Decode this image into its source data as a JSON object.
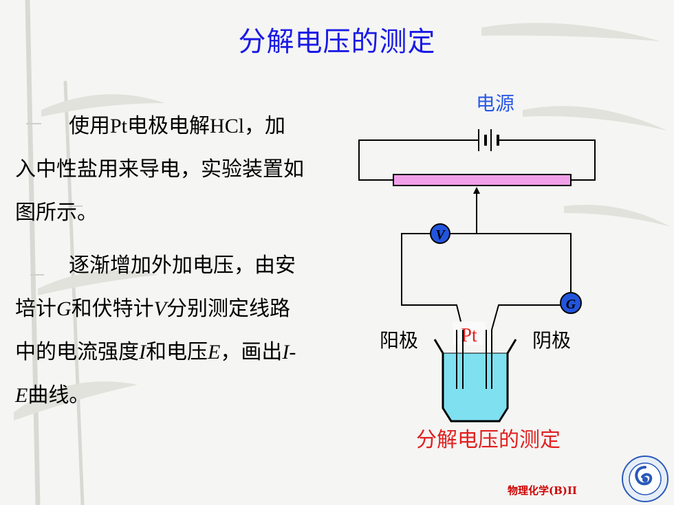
{
  "slide": {
    "title": "分解电压的测定"
  },
  "text": {
    "para1": {
      "part1": "使用",
      "pt": "Pt",
      "part2": "电极电解",
      "hcl": "HCl",
      "part3": "，",
      "part4": "加入中性盐用来导电，实验装置如图所示。"
    },
    "para2": {
      "part1": "逐渐增加外加电压，由安培计",
      "g": "G",
      "part2": "和伏特计",
      "v": "V",
      "part3": "分别测定线路中的电流强度",
      "i": "I",
      "part4": "和电压",
      "e": "E",
      "part5": "，画出",
      "ie": "I-E",
      "part6": "曲线。"
    }
  },
  "diagram": {
    "power_label": "电源",
    "voltmeter": "V",
    "ammeter": "G",
    "anode_label": "阳极",
    "cathode_label": "阴极",
    "electrode_label": "Pt",
    "caption": "分解电压的测定",
    "colors": {
      "label_blue": "#2a5ae6",
      "red": "#e02020",
      "rheostat": "#f0a0e8",
      "electrolyte": "#7fe0f0",
      "meter_fill": "#2255dd"
    }
  },
  "footer": {
    "course": "物理化学(B)II"
  }
}
